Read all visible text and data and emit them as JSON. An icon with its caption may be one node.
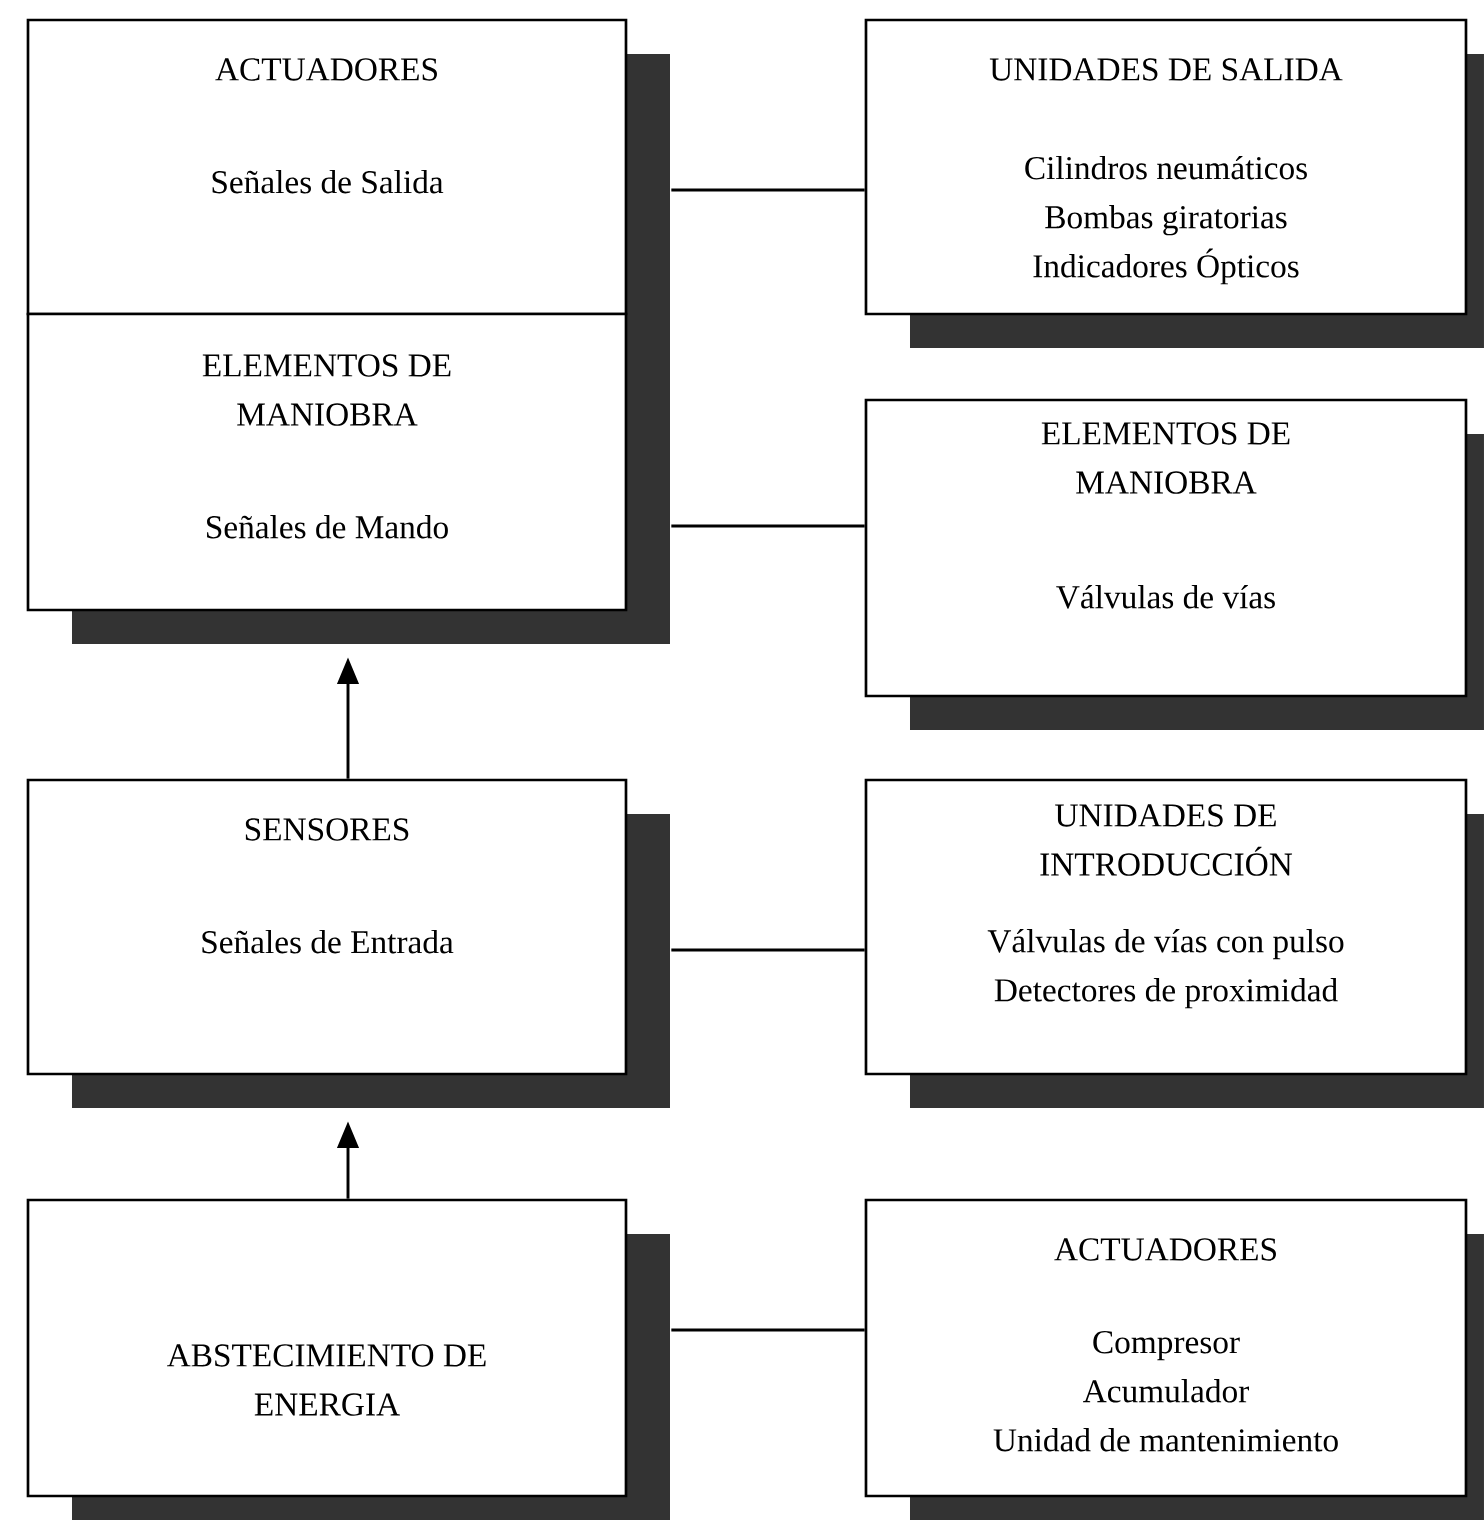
{
  "diagram": {
    "nodes": [
      {
        "text": [
          "ACTUADORES",
          "Señales de Salida"
        ]
      },
      {
        "text": [
          "UNIDADES DE SALIDA",
          "Cilindros neumáticos",
          "Bombas giratorias",
          "Indicadores Ópticos"
        ]
      },
      {
        "text": [
          "ELEMENTOS DE MANIOBRA",
          "Señales de Mando"
        ]
      },
      {
        "text": [
          "ELEMENTOS DE MANIOBRA",
          "Válvulas de vías"
        ]
      },
      {
        "text": [
          "SENSORES",
          "Señales de Entrada"
        ]
      },
      {
        "text": [
          "UNIDADES DE INTRODUCCIÓN",
          "Válvulas de vías con pulso",
          "Detectores de proximidad"
        ]
      },
      {
        "text": [
          "ABSTECIMIENTO DE ENERGIA"
        ]
      },
      {
        "text": [
          "ACTUADORES",
          "Compresor",
          "Acumulador",
          "Unidad de mantenimiento"
        ]
      }
    ],
    "edges": [
      {
        "from": 0,
        "to": 1,
        "arrow": "none"
      },
      {
        "from": 2,
        "to": 3,
        "arrow": "none"
      },
      {
        "from": 4,
        "to": 5,
        "arrow": "none"
      },
      {
        "from": 6,
        "to": 7,
        "arrow": "none"
      },
      {
        "from": 4,
        "to": 2,
        "arrow": "to"
      },
      {
        "from": 6,
        "to": 4,
        "arrow": "to"
      }
    ]
  }
}
